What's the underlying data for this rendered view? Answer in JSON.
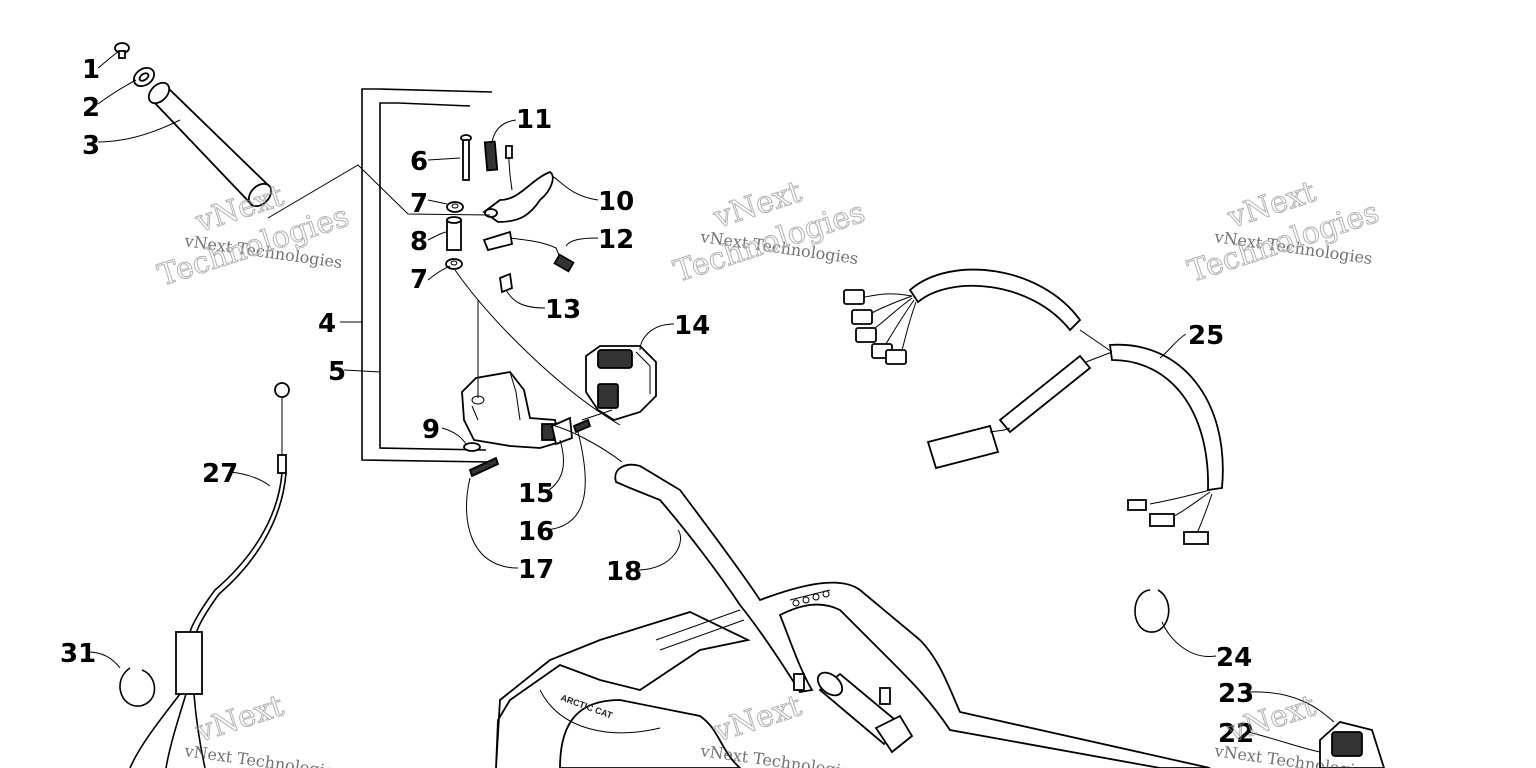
{
  "callouts": [
    {
      "id": "c1",
      "label": "1"
    },
    {
      "id": "c2",
      "label": "2"
    },
    {
      "id": "c3",
      "label": "3"
    },
    {
      "id": "c4",
      "label": "4"
    },
    {
      "id": "c5",
      "label": "5"
    },
    {
      "id": "c6",
      "label": "6"
    },
    {
      "id": "c7a",
      "label": "7"
    },
    {
      "id": "c7b",
      "label": "7"
    },
    {
      "id": "c8",
      "label": "8"
    },
    {
      "id": "c9",
      "label": "9"
    },
    {
      "id": "c10",
      "label": "10"
    },
    {
      "id": "c11",
      "label": "11"
    },
    {
      "id": "c12",
      "label": "12"
    },
    {
      "id": "c13",
      "label": "13"
    },
    {
      "id": "c14",
      "label": "14"
    },
    {
      "id": "c15",
      "label": "15"
    },
    {
      "id": "c16",
      "label": "16"
    },
    {
      "id": "c17",
      "label": "17"
    },
    {
      "id": "c18",
      "label": "18"
    },
    {
      "id": "c22",
      "label": "22"
    },
    {
      "id": "c23",
      "label": "23"
    },
    {
      "id": "c24",
      "label": "24"
    },
    {
      "id": "c25",
      "label": "25"
    },
    {
      "id": "c27",
      "label": "27"
    },
    {
      "id": "c31",
      "label": "31"
    }
  ],
  "watermark": {
    "line1": "vNext Technologies",
    "word_a": "vNext",
    "word_b": "Technologies"
  },
  "hood_logo": "ARCTIC CAT"
}
